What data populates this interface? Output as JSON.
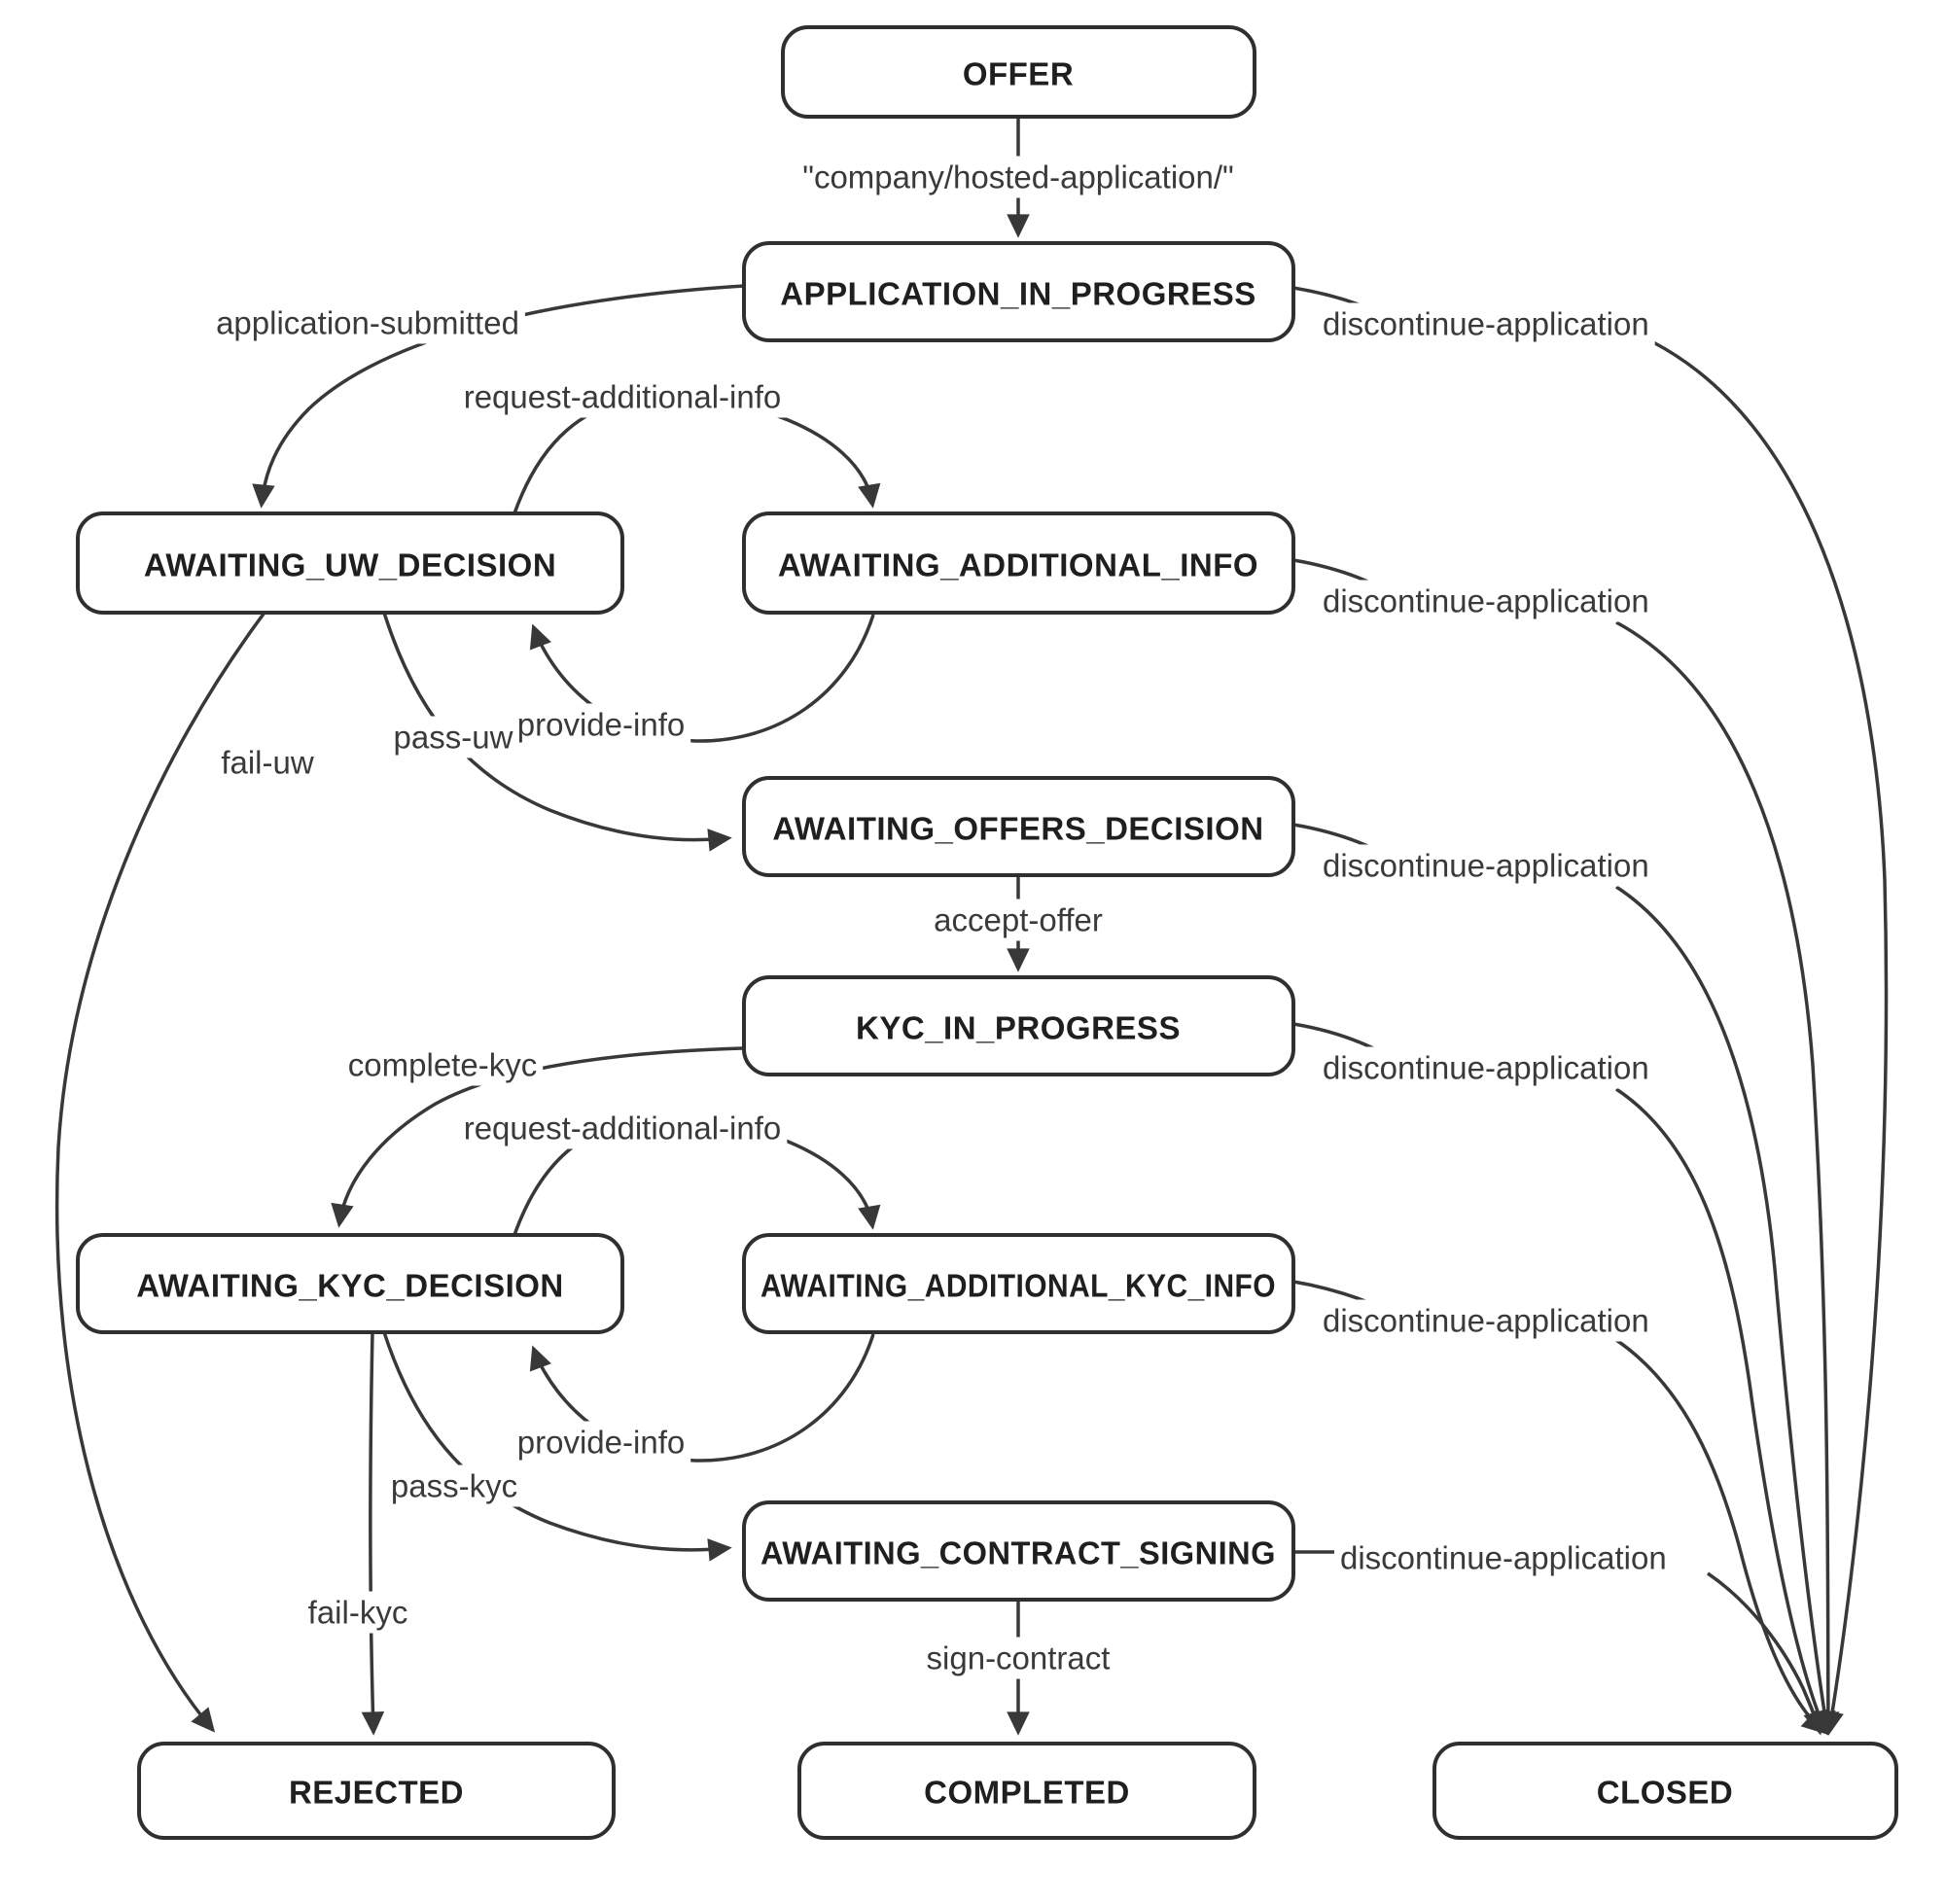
{
  "diagram": {
    "type": "state-machine-flowchart",
    "colors": {
      "background": "#ffffff",
      "node_fill": "#ffffff",
      "node_border": "#2f2f2f",
      "node_text": "#1f1f1f",
      "edge_stroke": "#383838",
      "edge_label_text": "#3a3a3a"
    },
    "nodes": [
      {
        "id": "offer",
        "label": "OFFER"
      },
      {
        "id": "application-in-progress",
        "label": "APPLICATION_IN_PROGRESS"
      },
      {
        "id": "awaiting-uw-decision",
        "label": "AWAITING_UW_DECISION"
      },
      {
        "id": "awaiting-additional-info",
        "label": "AWAITING_ADDITIONAL_INFO"
      },
      {
        "id": "awaiting-offers-decision",
        "label": "AWAITING_OFFERS_DECISION"
      },
      {
        "id": "kyc-in-progress",
        "label": "KYC_IN_PROGRESS"
      },
      {
        "id": "awaiting-kyc-decision",
        "label": "AWAITING_KYC_DECISION"
      },
      {
        "id": "awaiting-additional-kyc-info",
        "label": "AWAITING_ADDITIONAL_KYC_INFO"
      },
      {
        "id": "awaiting-contract-signing",
        "label": "AWAITING_CONTRACT_SIGNING"
      },
      {
        "id": "rejected",
        "label": "REJECTED"
      },
      {
        "id": "completed",
        "label": "COMPLETED"
      },
      {
        "id": "closed",
        "label": "CLOSED"
      }
    ],
    "edges": [
      {
        "from": "offer",
        "to": "application-in-progress",
        "label": "\"company/hosted-application/\""
      },
      {
        "from": "application-in-progress",
        "to": "awaiting-uw-decision",
        "label": "application-submitted"
      },
      {
        "from": "application-in-progress",
        "to": "closed",
        "label": "discontinue-application"
      },
      {
        "from": "awaiting-uw-decision",
        "to": "awaiting-additional-info",
        "label": "request-additional-info"
      },
      {
        "from": "awaiting-additional-info",
        "to": "awaiting-uw-decision",
        "label": "provide-info"
      },
      {
        "from": "awaiting-additional-info",
        "to": "closed",
        "label": "discontinue-application"
      },
      {
        "from": "awaiting-uw-decision",
        "to": "awaiting-offers-decision",
        "label": "pass-uw"
      },
      {
        "from": "awaiting-uw-decision",
        "to": "rejected",
        "label": "fail-uw"
      },
      {
        "from": "awaiting-offers-decision",
        "to": "kyc-in-progress",
        "label": "accept-offer"
      },
      {
        "from": "awaiting-offers-decision",
        "to": "closed",
        "label": "discontinue-application"
      },
      {
        "from": "kyc-in-progress",
        "to": "awaiting-kyc-decision",
        "label": "complete-kyc"
      },
      {
        "from": "kyc-in-progress",
        "to": "closed",
        "label": "discontinue-application"
      },
      {
        "from": "awaiting-kyc-decision",
        "to": "awaiting-additional-kyc-info",
        "label": "request-additional-info"
      },
      {
        "from": "awaiting-additional-kyc-info",
        "to": "awaiting-kyc-decision",
        "label": "provide-info"
      },
      {
        "from": "awaiting-additional-kyc-info",
        "to": "closed",
        "label": "discontinue-application"
      },
      {
        "from": "awaiting-kyc-decision",
        "to": "awaiting-contract-signing",
        "label": "pass-kyc"
      },
      {
        "from": "awaiting-kyc-decision",
        "to": "rejected",
        "label": "fail-kyc"
      },
      {
        "from": "awaiting-contract-signing",
        "to": "closed",
        "label": "discontinue-application"
      },
      {
        "from": "awaiting-contract-signing",
        "to": "completed",
        "label": "sign-contract"
      }
    ]
  }
}
